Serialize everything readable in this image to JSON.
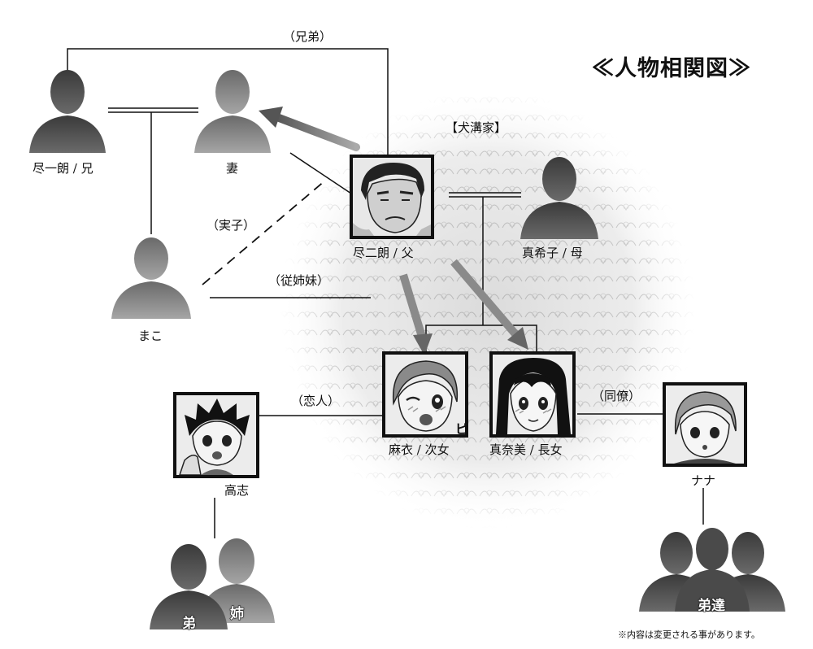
{
  "title": "≪人物相関図≫",
  "family_label": "【犬溝家】",
  "note": "※内容は変更される事があります。",
  "people": {
    "jinichiro": "尽一朗 / 兄",
    "wife": "妻",
    "maco": "まこ",
    "jinjiro": "尽二朗 / 父",
    "makiko": "真希子 / 母",
    "mai": "麻衣 / 次女",
    "manami": "真奈美 / 長女",
    "takashi": "高志",
    "nana": "ナナ"
  },
  "relations": {
    "brothers": "（兄弟）",
    "biological_child": "（実子）",
    "cousins": "（従姉妹）",
    "lover": "（恋人）",
    "coworker": "（同僚）"
  },
  "silhouette_tags": {
    "younger_brother": "弟",
    "older_sister": "姉",
    "juniors": "弟達"
  },
  "mai_sfx": "ピ"
}
